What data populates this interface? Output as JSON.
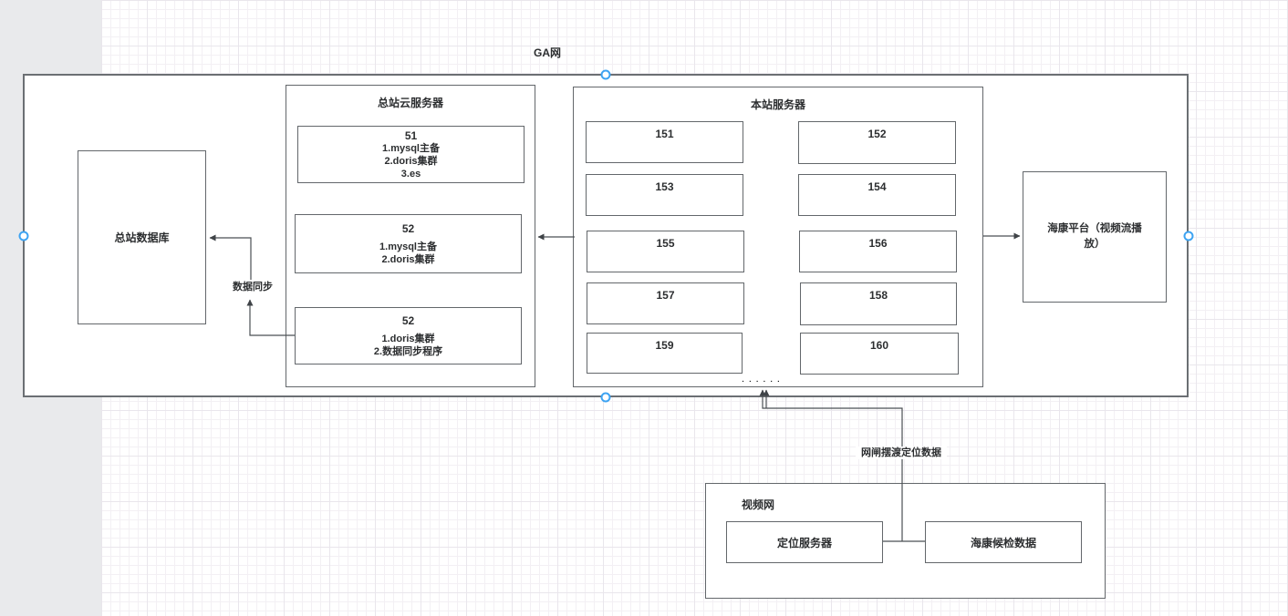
{
  "outer": {
    "label": "GA网"
  },
  "master_db": {
    "label": "总站数据库"
  },
  "cloud_server": {
    "title": "总站云服务器",
    "nodes": [
      {
        "lines": [
          "51",
          "1.mysql主备",
          "2.doris集群",
          "3.es"
        ]
      },
      {
        "lines": [
          "52",
          "1.mysql主备",
          "2.doris集群"
        ]
      },
      {
        "lines": [
          "52",
          "1.doris集群",
          "2.数据同步程序"
        ]
      }
    ]
  },
  "local_server": {
    "title": "本站服务器",
    "nodes": [
      "151",
      "152",
      "153",
      "154",
      "155",
      "156",
      "157",
      "158",
      "159",
      "160"
    ],
    "ellipsis": "▪▪▪▪▪▪"
  },
  "hik_platform": {
    "label": "海康平台（视频流播放）"
  },
  "video_net": {
    "title": "视频网",
    "nodes": [
      {
        "label": "定位服务器"
      },
      {
        "label": "海康候检数据"
      }
    ]
  },
  "edge_labels": {
    "data_sync": "数据同步",
    "gateway": "网闸摆渡定位数据"
  },
  "colors": {
    "page_margin": "#e9eaec",
    "grid_minor": "#f3f0f4",
    "grid_major": "#e9e6ec",
    "shape_border": "#63676b",
    "connector": "#4b4f53",
    "selection_handle": "#3da3f2",
    "text": "#2c2e30"
  }
}
